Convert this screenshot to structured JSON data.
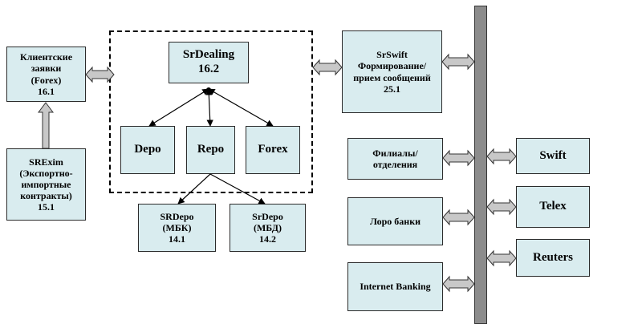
{
  "diagram": {
    "nodes": {
      "client_orders": {
        "lines": [
          "Клиентские",
          "заявки",
          "(Forex)",
          "16.1"
        ]
      },
      "srexim": {
        "lines": [
          "SRExim",
          "(Экспортно-",
          "импортные",
          "контракты)",
          "15.1"
        ]
      },
      "srdealing": {
        "lines": [
          "SrDealing",
          "16.2"
        ]
      },
      "depo": {
        "lines": [
          "Depo"
        ]
      },
      "repo": {
        "lines": [
          "Repo"
        ]
      },
      "forex": {
        "lines": [
          "Forex"
        ]
      },
      "srdepo_mbk": {
        "lines": [
          "SRDepo",
          "(МБК)",
          "14.1"
        ]
      },
      "srdepo_mbd": {
        "lines": [
          "SrDepo",
          "(МБД)",
          "14.2"
        ]
      },
      "srswift": {
        "lines": [
          "SrSwift",
          "Формирование/",
          "прием сообщений",
          "25.1"
        ]
      },
      "branches": {
        "lines": [
          "Филиалы/",
          "отделения"
        ]
      },
      "loro": {
        "lines": [
          "Лоро банки"
        ]
      },
      "internet_banking": {
        "lines": [
          "Internet Banking"
        ]
      },
      "swift": {
        "lines": [
          "Swift"
        ]
      },
      "telex": {
        "lines": [
          "Telex"
        ]
      },
      "reuters": {
        "lines": [
          "Reuters"
        ]
      }
    },
    "colors": {
      "box_fill": "#d9ecef",
      "box_border": "#2b2b2b",
      "bus_fill": "#8c8c8c",
      "connector_fill": "#c8c8c8",
      "line": "#000000"
    }
  }
}
